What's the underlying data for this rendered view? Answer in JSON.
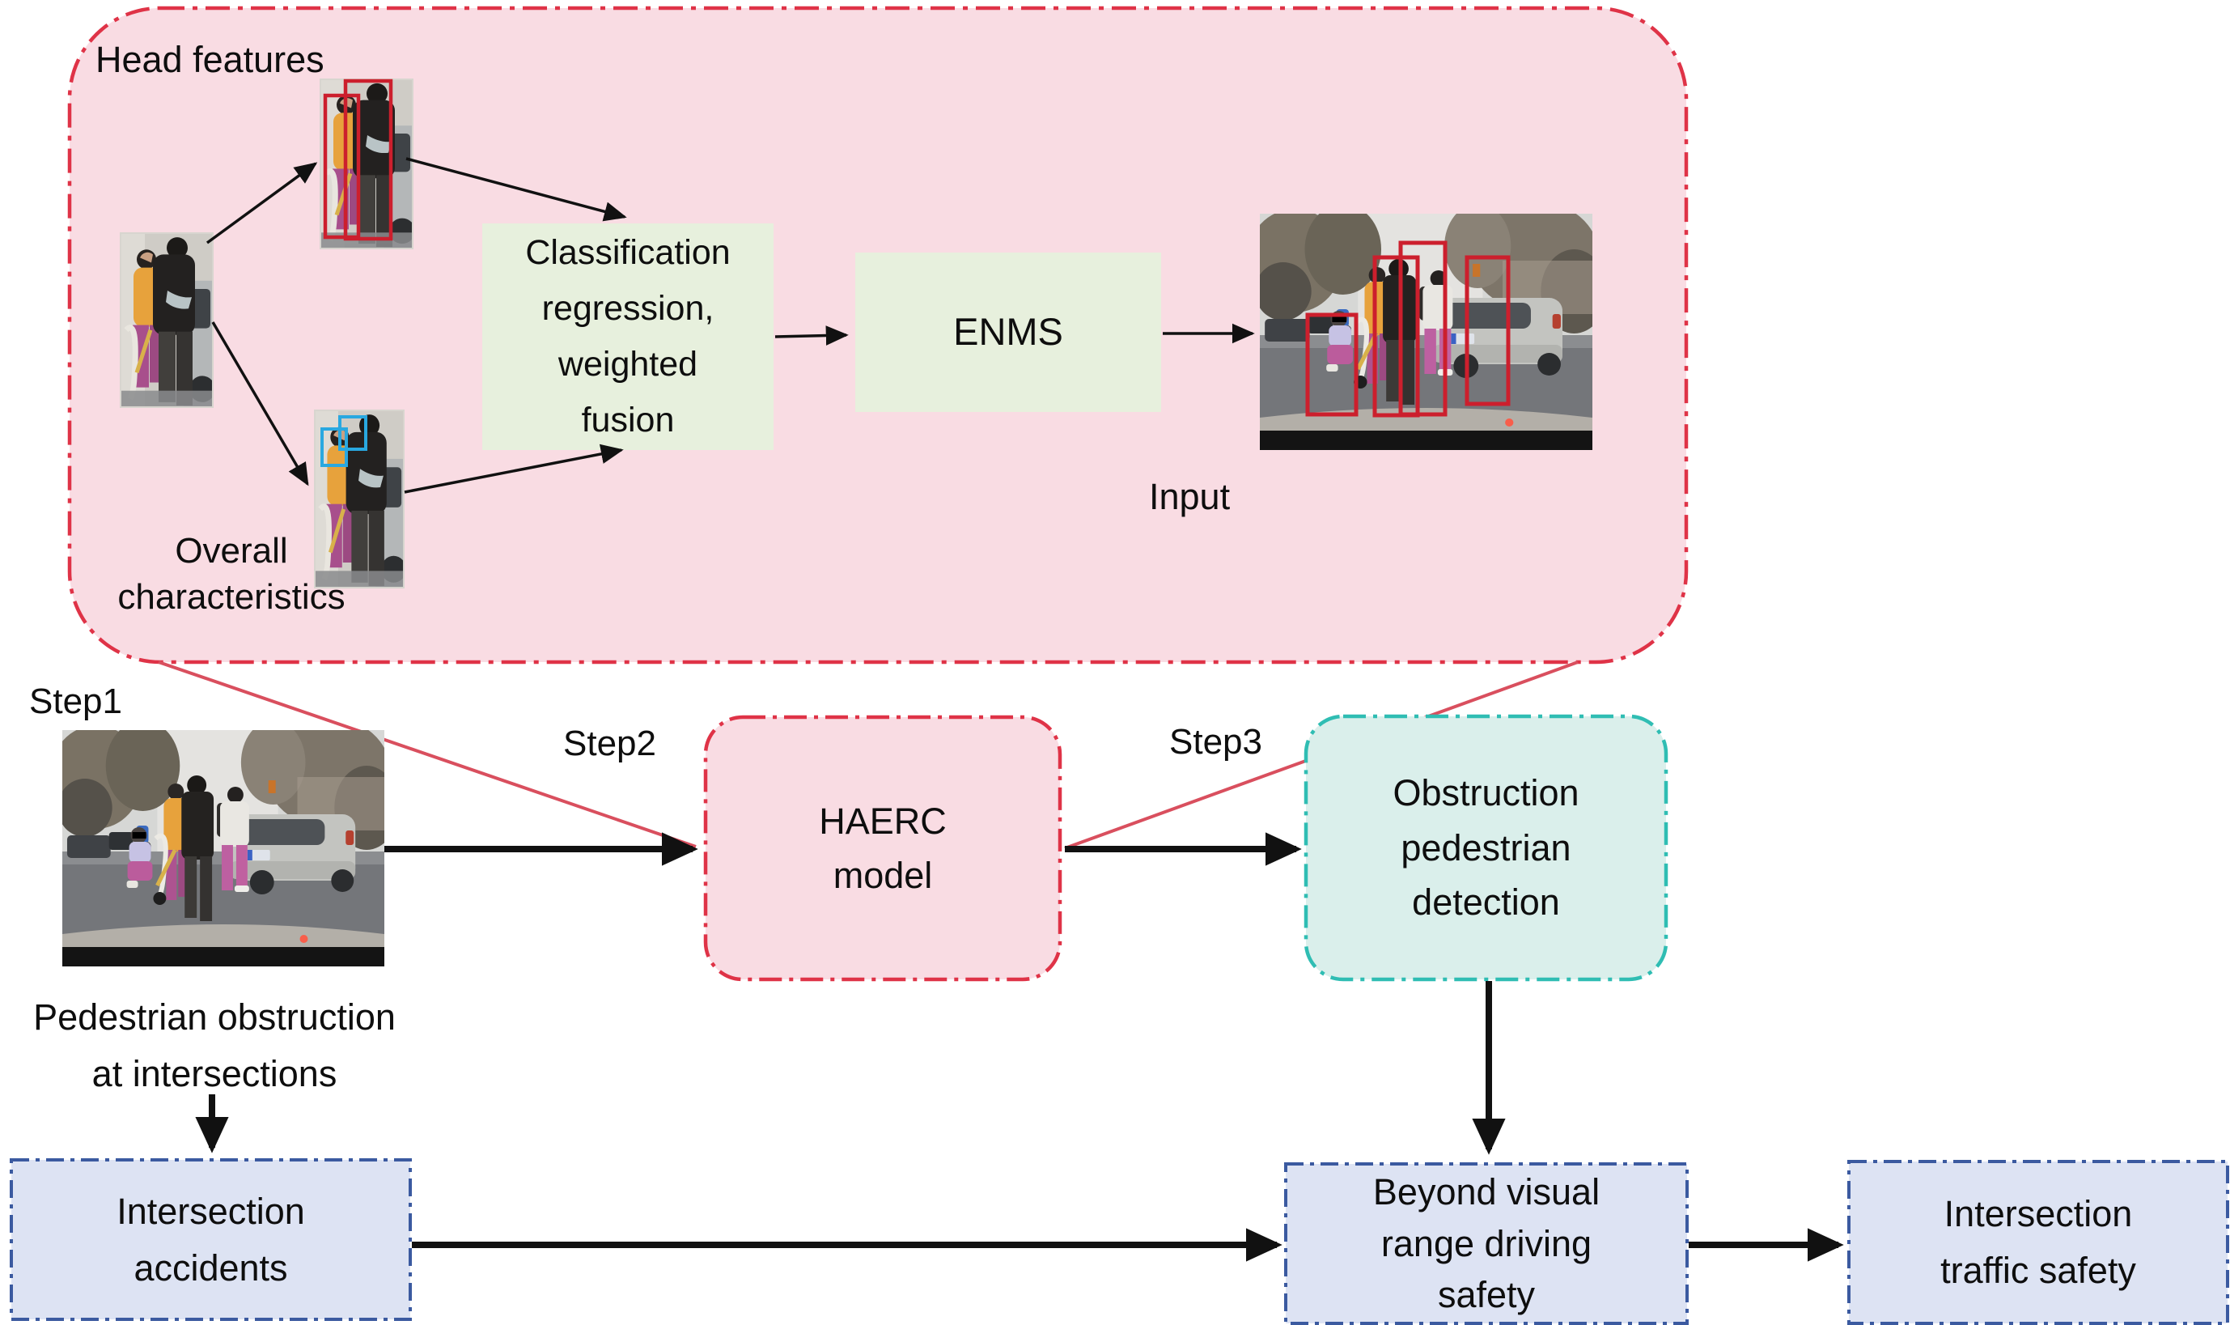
{
  "diagram": {
    "step_labels": {
      "step1": "Step1",
      "step2": "Step2",
      "step3": "Step3"
    },
    "expanded_view": {
      "head_features_label": "Head features",
      "overall_characteristics_label": "Overall\ncharacteristics",
      "classification_box_label": "Classification\nregression,\nweighted\nfusion",
      "enms_box_label": "ENMS",
      "input_label": "Input"
    },
    "main_flow": {
      "haerc_box_label": "HAERC\nmodel",
      "obstruction_box_label": "Obstruction\npedestrian\ndetection"
    },
    "bottom_flow": {
      "pedestrian_obstruction_label": "Pedestrian obstruction\nat intersections",
      "intersection_accidents_box_label": "Intersection\naccidents",
      "beyond_visual_box_label": "Beyond visual\nrange driving\nsafety",
      "intersection_traffic_box_label": "Intersection\ntraffic safety"
    },
    "colors": {
      "pink_fill": "#f9dce3",
      "red_border": "#df3347",
      "green_fill": "#e7f0dd",
      "teal_fill": "#daefeb",
      "teal_border": "#2fbdb3",
      "blue_fill": "#dde3f3",
      "blue_border": "#3b5aa0",
      "funnel_line": "#d94f5e",
      "arrow_black": "#111111",
      "detection_box_red": "#cc1f2d",
      "head_box_cyan": "#29a8e0"
    }
  }
}
